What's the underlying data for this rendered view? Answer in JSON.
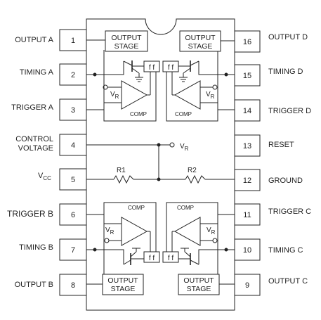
{
  "pins_left": [
    {
      "num": "1",
      "label": "OUTPUT A"
    },
    {
      "num": "2",
      "label": "TIMING A"
    },
    {
      "num": "3",
      "label": "TRIGGER A"
    },
    {
      "num": "4",
      "label_line1": "CONTROL",
      "label_line2": "VOLTAGE"
    },
    {
      "num": "5",
      "label": "V",
      "label_sub": "CC"
    },
    {
      "num": "6",
      "label": "TRIGGER B"
    },
    {
      "num": "7",
      "label": "TIMING B"
    },
    {
      "num": "8",
      "label": "OUTPUT B"
    }
  ],
  "pins_right": [
    {
      "num": "16",
      "label": "OUTPUT D"
    },
    {
      "num": "15",
      "label": "TIMING D"
    },
    {
      "num": "14",
      "label": "TRIGGER D"
    },
    {
      "num": "13",
      "label": "RESET"
    },
    {
      "num": "12",
      "label": "GROUND"
    },
    {
      "num": "11",
      "label": "TRIGGER C"
    },
    {
      "num": "10",
      "label": "TIMING C"
    },
    {
      "num": "9",
      "label": "OUTPUT C"
    }
  ],
  "blocks": {
    "stage_line1": "OUTPUT",
    "stage_line2": "STAGE",
    "ff": "f f",
    "comp": "COMP",
    "vr": "V",
    "vr_sub": "R"
  },
  "center": {
    "r1": "R1",
    "r2": "R2",
    "vr": "V",
    "vr_sub": "R"
  }
}
